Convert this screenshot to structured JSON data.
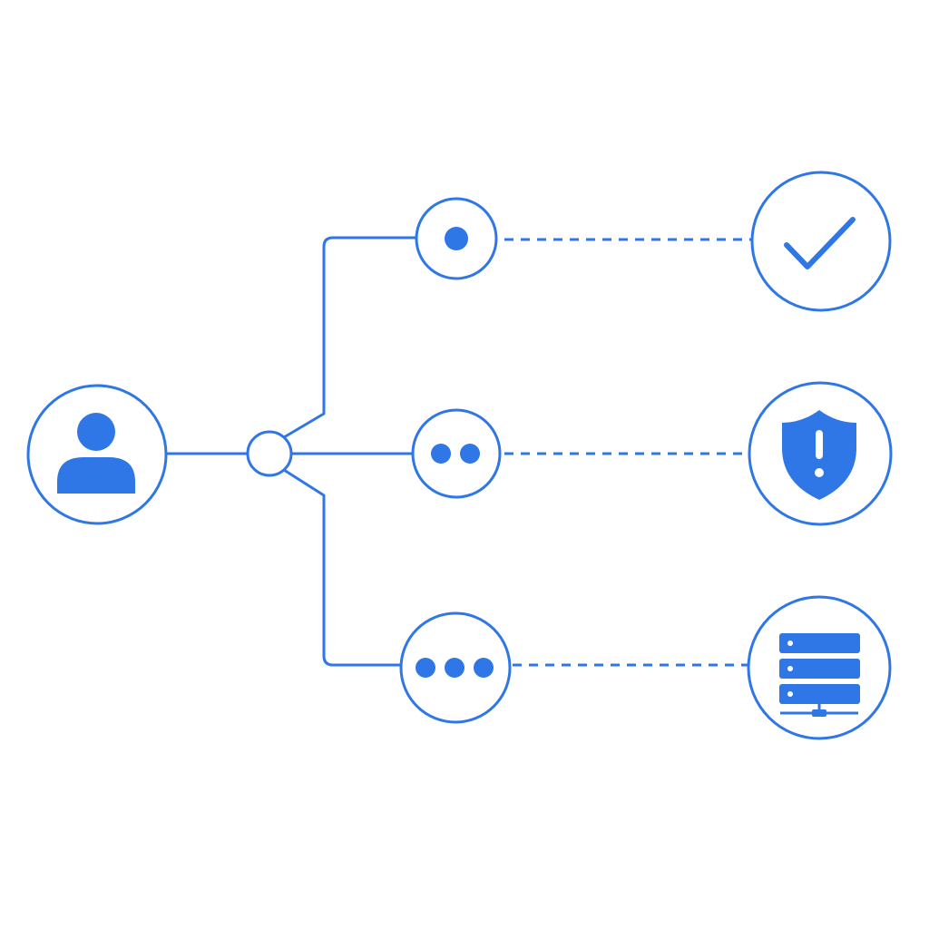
{
  "colors": {
    "accent": "#2f76e6",
    "background": "#ffffff"
  },
  "diagram": {
    "source": {
      "icon": "user-icon"
    },
    "junction": {
      "icon": "junction-node"
    },
    "branches": [
      {
        "node_icon": "one-dot-icon",
        "connector": "dashed",
        "target_icon": "checkmark-icon"
      },
      {
        "node_icon": "two-dots-icon",
        "connector": "dashed",
        "target_icon": "shield-alert-icon"
      },
      {
        "node_icon": "three-dots-icon",
        "connector": "dashed",
        "target_icon": "server-icon"
      }
    ]
  }
}
